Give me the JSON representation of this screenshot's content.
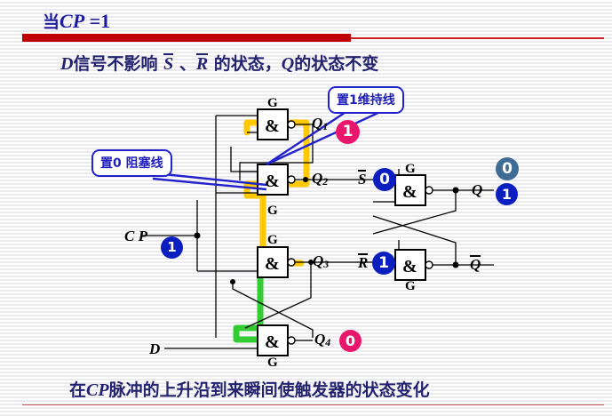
{
  "slide": {
    "title_cn": "当",
    "title_var": "CP",
    "title_eq": " =1",
    "subtitle": {
      "part1_var": "D",
      "part1_cn": "信号不影响 ",
      "sbar": "S",
      "sep1": " 、",
      "rbar": "R",
      "part2_cn": " 的状态，",
      "qvar": "Q",
      "part3_cn": "的状态不变"
    },
    "bottom": {
      "pre_cn": "在",
      "var": "CP",
      "post_cn": "脉冲的上升沿到来瞬间使触发器的状态变化"
    },
    "colors": {
      "title": "#1d1d9e",
      "rule_thick": "#c00000",
      "rule_thin": "#cf2222",
      "body_text": "#22226e",
      "callout_border": "#2222cc",
      "callout_text": "#1f1fbb",
      "badge_blue": "#0b1fc0",
      "badge_blue_dim": "#3f6c94",
      "badge_pink": "#e8176c",
      "highlight_yellow": "#ffc800",
      "highlight_green": "#33cc33",
      "pointer_blue": "#2222cc"
    }
  },
  "callouts": [
    {
      "id": "set1",
      "label": "置1维持线"
    },
    {
      "id": "set0",
      "label": "置0 阻塞线"
    }
  ],
  "circuit": {
    "gate_label": "G",
    "gate_symbol": "&",
    "gates": [
      {
        "name": "gate-q1",
        "label": "G",
        "symbol": "&"
      },
      {
        "name": "gate-q2",
        "label": "G",
        "symbol": "&"
      },
      {
        "name": "gate-q3",
        "label": "G",
        "symbol": "&"
      },
      {
        "name": "gate-q4",
        "label": "G",
        "symbol": "&"
      },
      {
        "name": "gate-s",
        "label": "G",
        "symbol": "&"
      },
      {
        "name": "gate-r",
        "label": "G",
        "symbol": "&"
      }
    ],
    "signals": [
      {
        "name": "cp",
        "label": "C P",
        "value": "1",
        "style": "blue"
      },
      {
        "name": "d",
        "label": "D",
        "value": "",
        "style": "none"
      },
      {
        "name": "q1",
        "label": "Q",
        "sub": "1",
        "value": "1",
        "style": "pink"
      },
      {
        "name": "q2",
        "label": "Q",
        "sub": "2",
        "value": "",
        "style": "none"
      },
      {
        "name": "q3",
        "label": "Q",
        "sub": "3",
        "value": "",
        "style": "none"
      },
      {
        "name": "q4",
        "label": "Q",
        "sub": "4",
        "value": "0",
        "style": "pink"
      },
      {
        "name": "sbar",
        "label": "S",
        "overbar": true,
        "value": "0",
        "style": "blue"
      },
      {
        "name": "rbar",
        "label": "R",
        "overbar": true,
        "value": "1",
        "style": "blue"
      },
      {
        "name": "q-out",
        "label": "Q",
        "value": "1",
        "style": "blue"
      },
      {
        "name": "qbar-out",
        "label": "Q",
        "overbar": true,
        "value": "",
        "style": "none"
      },
      {
        "name": "q-prev",
        "label": "",
        "value": "0",
        "style": "blue-dim"
      }
    ],
    "labels": {
      "q1_text": "Q",
      "q1_sub": "1",
      "q2_text": "Q",
      "q2_sub": "2",
      "q3_text": "Q",
      "q3_sub": "3",
      "q4_text": "Q",
      "q4_sub": "4",
      "cp_text": "C P",
      "d_text": "D",
      "sbar_text": "S",
      "rbar_text": "R",
      "q_out_text": "Q",
      "qbar_out_text": "Q"
    },
    "values": {
      "cp": "1",
      "q1": "1",
      "q4": "0",
      "sbar": "0",
      "rbar": "1",
      "q_out": "1",
      "q_prev": "0"
    }
  }
}
